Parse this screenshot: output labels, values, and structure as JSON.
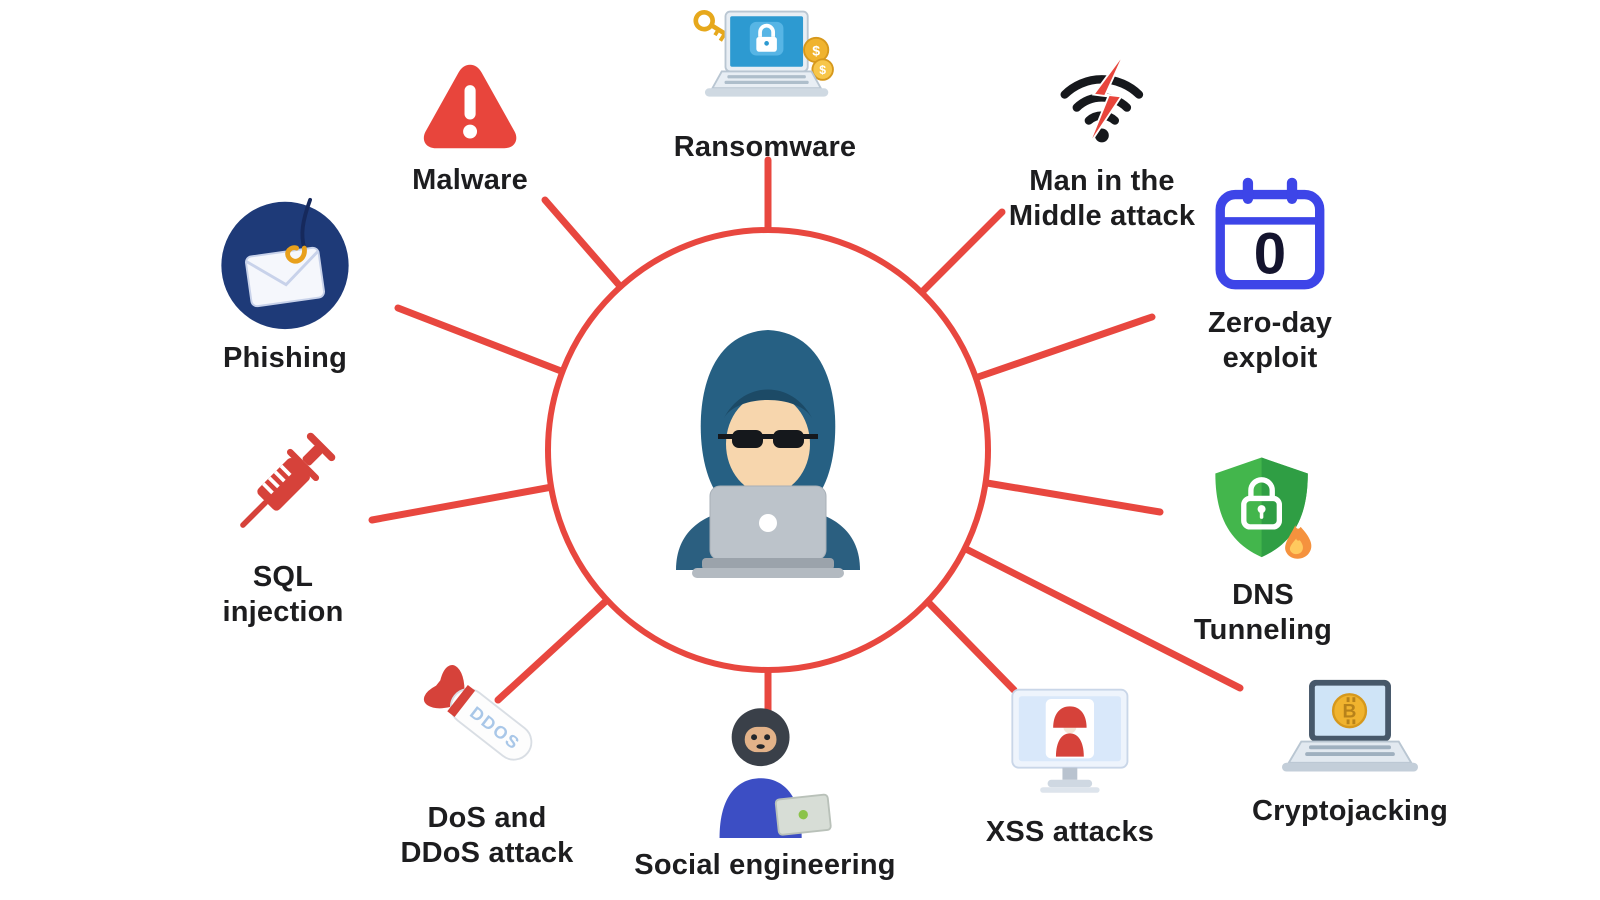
{
  "center": {
    "figure": "hooded-hacker-with-laptop"
  },
  "nodes": {
    "ransomware": {
      "label": "Ransomware",
      "icon": "ransomware-locked-laptop-icon",
      "coin_symbol": "$"
    },
    "malware": {
      "label": "Malware",
      "icon": "warning-triangle-icon"
    },
    "mitm": {
      "label": "Man in the\nMiddle attack",
      "icon": "wifi-lightning-icon"
    },
    "phishing": {
      "label": "Phishing",
      "icon": "envelope-hook-icon"
    },
    "zeroday": {
      "label": "Zero-day\nexploit",
      "icon": "calendar-zero-icon",
      "calendar_digit": "0"
    },
    "sql": {
      "label": "SQL\ninjection",
      "icon": "syringe-icon"
    },
    "dns": {
      "label": "DNS\nTunneling",
      "icon": "shield-lock-flame-icon"
    },
    "ddos": {
      "label": "DoS and\nDDoS attack",
      "icon": "ddos-missile-icon",
      "missile_text": "DDOS"
    },
    "social": {
      "label": "Social engineering",
      "icon": "masked-person-laptop-icon"
    },
    "xss": {
      "label": "XSS attacks",
      "icon": "monitor-hacker-icon"
    },
    "crypto": {
      "label": "Cryptojacking",
      "icon": "laptop-bitcoin-icon",
      "coin_symbol": "B"
    }
  },
  "colors": {
    "spoke_red": "#e8473f",
    "text": "#1d1d1f",
    "warning_red": "#e8453c",
    "phishing_navy": "#1e3a78",
    "calendar_blue": "#3d45e8",
    "shield_green": "#43b64c",
    "coin_gold": "#f0b32e",
    "hood_teal": "#266083"
  }
}
